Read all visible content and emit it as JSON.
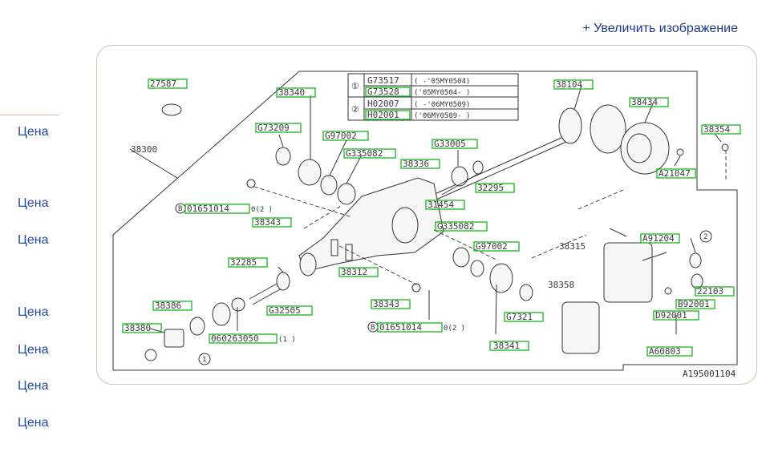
{
  "header": {
    "zoom_link": "+ Увеличить изображение"
  },
  "sidebar": {
    "price_label": "Цена",
    "prices": [
      "Цена",
      "Цена",
      "Цена",
      "Цена",
      "Цена",
      "Цена",
      "Цена"
    ]
  },
  "diagram": {
    "figure_id": "A195001104",
    "table": {
      "rows": [
        {
          "mark": "①",
          "part": "G73517",
          "range": "(      -'05MY0504)"
        },
        {
          "mark": "",
          "part": "G73528",
          "range": "('05MY0504-      )"
        },
        {
          "mark": "②",
          "part": "H02007",
          "range": "(      -'06MY0509)"
        },
        {
          "mark": "",
          "part": "H02001",
          "range": "('06MY0509-      )"
        }
      ]
    },
    "parts": [
      "27587",
      "38340",
      "G73209",
      "G97002",
      "G335082",
      "38300",
      "G33005",
      "38336",
      "32295",
      "31454",
      "38104",
      "38434",
      "38354",
      "A21047",
      "38343",
      "G335082",
      "G97002",
      "32285",
      "38312",
      "38315",
      "A91204",
      "38358",
      "22103",
      "B92001",
      "D92001",
      "A60803",
      "38386",
      "38380",
      "G32505",
      "38343",
      "G7321",
      "38341"
    ],
    "bolt_labels": {
      "upper": "B",
      "upper_code": "01651014",
      "upper_qty": "0(2  )",
      "lower": "B",
      "lower_code": "01651014",
      "lower_qty": "0(2  )",
      "left_code": "060263050",
      "left_qty": "(1  )"
    },
    "circle_marks": [
      "1",
      "2"
    ]
  }
}
